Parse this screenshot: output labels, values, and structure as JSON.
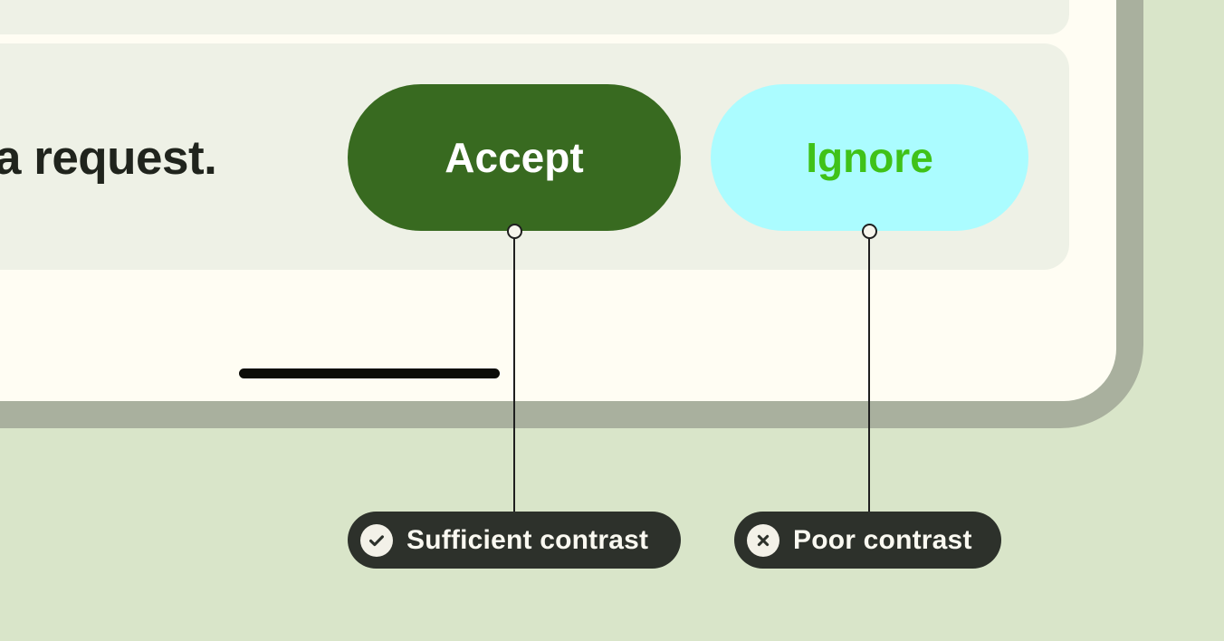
{
  "background_color": "#d9e5c9",
  "device": {
    "frame_color": "#a9b09e",
    "screen_color": "#fffdf3",
    "card_color": "#eef1e6",
    "home_indicator_color": "#0c0c09"
  },
  "card": {
    "message_text": "a request.",
    "message_color": "#20241d",
    "buttons": [
      {
        "label": "Accept",
        "background": "#386a20",
        "text_color": "#ffffff",
        "contrast": "sufficient"
      },
      {
        "label": "Ignore",
        "background": "#abfcff",
        "text_color": "#3fc218",
        "contrast": "poor"
      }
    ]
  },
  "annotations": [
    {
      "label": "Sufficient contrast",
      "icon": "check-icon",
      "chip_color": "#2d312b",
      "text_color": "#faf9f1"
    },
    {
      "label": "Poor contrast",
      "icon": "x-icon",
      "chip_color": "#2d312b",
      "text_color": "#faf9f1"
    }
  ]
}
